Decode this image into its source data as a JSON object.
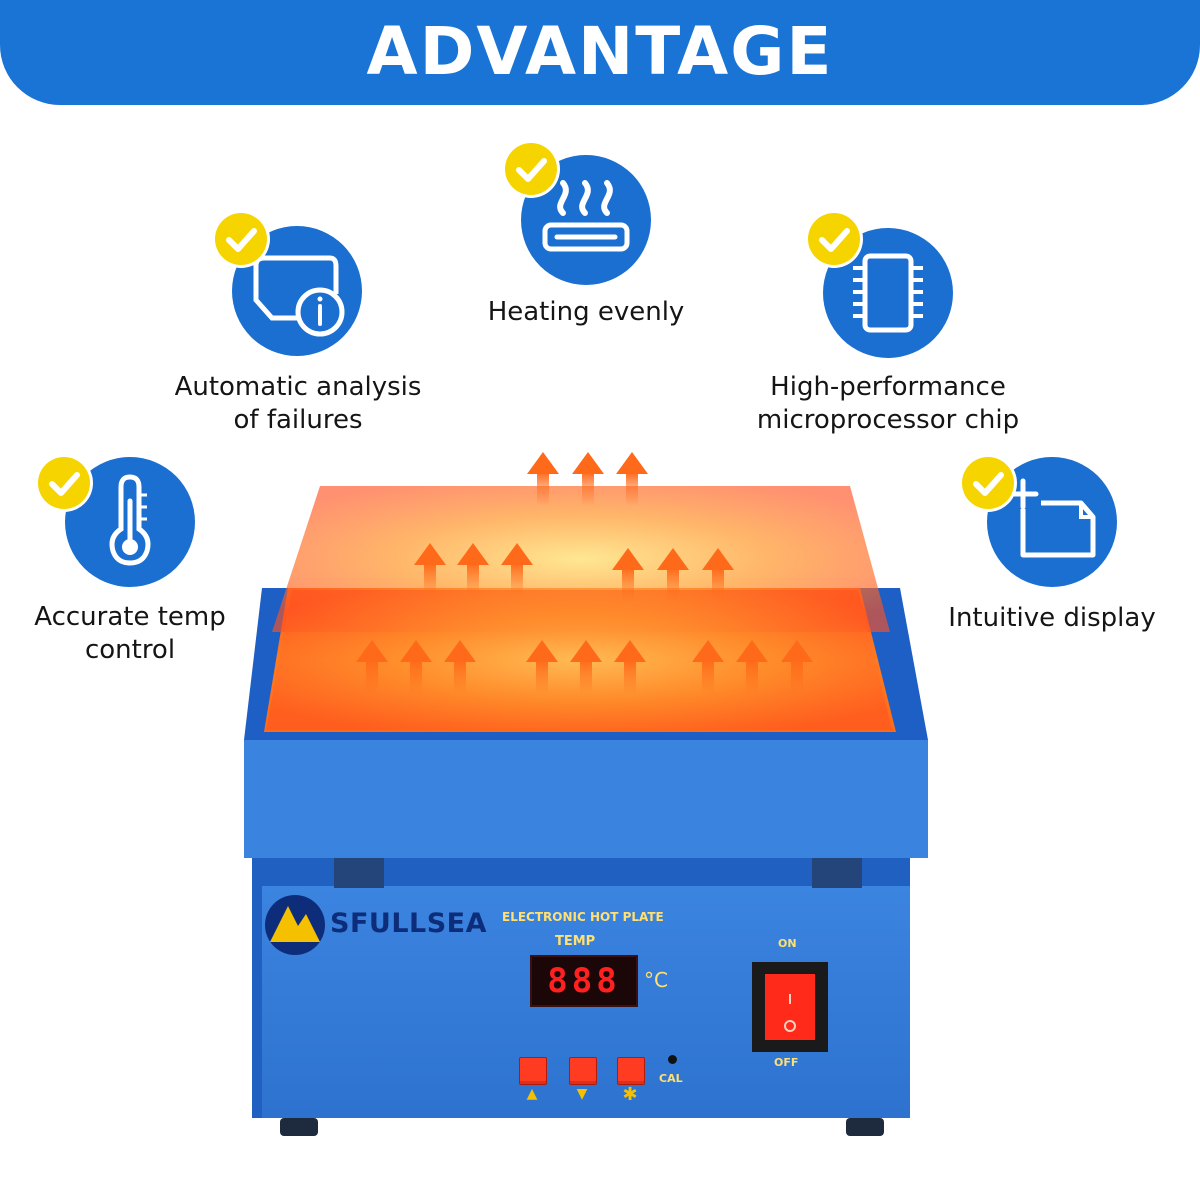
{
  "header": {
    "title": "ADVANTAGE"
  },
  "features": [
    {
      "label": "Heating evenly",
      "icon": "heat-waves-icon"
    },
    {
      "label": "Automatic analysis\nof failures",
      "icon": "device-info-icon"
    },
    {
      "label": "High-performance\nmicroprocessor chip",
      "icon": "chip-icon"
    },
    {
      "label": "Accurate temp\ncontrol",
      "icon": "thermometer-icon"
    },
    {
      "label": "Intuitive display",
      "icon": "display-add-icon"
    }
  ],
  "device": {
    "brand": "SFULLSEA",
    "plate_title": "ELECTRONIC HOT PLATE",
    "temp_label": "TEMP",
    "display_value": "888",
    "unit": "°C",
    "buttons": [
      {
        "name": "up",
        "symbol": "▲"
      },
      {
        "name": "down",
        "symbol": "▼"
      },
      {
        "name": "set",
        "symbol": "✱"
      }
    ],
    "cal_label": "CAL",
    "power_on_label": "ON",
    "power_off_label": "OFF"
  },
  "colors": {
    "header_blue": "#1a74d6",
    "icon_blue": "#1a6fd0",
    "check_yellow": "#f5d400",
    "device_blue": "#2f79d9",
    "heat_orange": "#ff6a1a"
  }
}
